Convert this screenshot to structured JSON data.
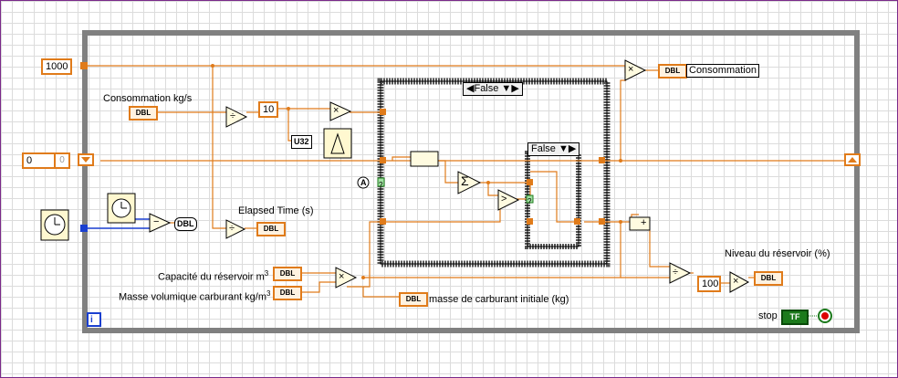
{
  "constants": {
    "c1000": "1000",
    "c10": "10",
    "c100": "100",
    "c0": "0",
    "c0b": "0"
  },
  "labels": {
    "consommation_kgs": "Consommation kg/s",
    "elapsed": "Elapsed Time (s)",
    "capacite": "Capacité du réservoir m",
    "capacite_exp": "3",
    "masse_vol": "Masse volumique carburant kg/m",
    "masse_vol_exp": "3",
    "consommation": "Consommation",
    "niveau": "Niveau du réservoir (%)",
    "masse_init": "masse de carburant initiale (kg)",
    "stop": "stop"
  },
  "terminals": {
    "dbl": "DBL",
    "u32": "U32",
    "tf": "TF"
  },
  "case_selectors": {
    "outer": "False",
    "inner": "False"
  },
  "operators": {
    "divide": "÷",
    "multiply": "×",
    "subtract": "−",
    "add": "+",
    "sum": "Σ",
    "greater": ">",
    "question": "?"
  },
  "colors": {
    "wire_orange": "#e07b1a",
    "wire_blue": "#1a3fd0",
    "loop_gray": "#808080",
    "tf_green": "#1c7a1c"
  }
}
